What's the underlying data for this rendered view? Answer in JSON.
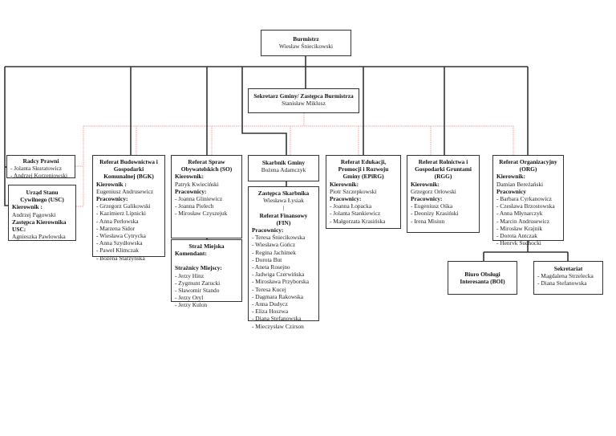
{
  "chart_title": "",
  "colors": {
    "box_border": "#333333",
    "black_line": "#333333",
    "red_dotted_line": "#f0a0a0"
  },
  "burmistrz": {
    "title": "Burmistrz",
    "name": "Wiesław Śniecikowski"
  },
  "sekretarz": {
    "title": "Sekretarz Gminy/ Zastępca Burmistrza",
    "name": "Stanisław Miklusz"
  },
  "radcy": {
    "title": "Radcy Prawni",
    "members": [
      "- Jolanta Skuratowicz",
      "- Andrzej Korzeniowski"
    ]
  },
  "usc": {
    "title_lines": [
      "Urząd Stanu",
      "Cywilnego (USC)"
    ],
    "head_label": "Kierownik :",
    "head_name": "Andrzej Pągowski",
    "deputy_label_lines": [
      "Zastępca Kierownika",
      "USC:"
    ],
    "deputy_name": "Agnieszka Pawłowska"
  },
  "bgk": {
    "title_lines": [
      "Referat Budownictwa i",
      "Gospodarki",
      "Komunalnej (BGK)"
    ],
    "head_label": "Kierownik :",
    "head_name": "Eugeniusz Andrusewicz",
    "staff_label": "Pracownicy:",
    "staff": [
      "- Grzegorz Galikowski",
      "- Kazimierz Lipnicki",
      "- Anna Perłowska",
      "- Marzena Sidor",
      "- Wiesława Cytrycka",
      "- Anna Szydłowska",
      "- Paweł Klimczak",
      "- Bożena Starzyńska"
    ]
  },
  "so": {
    "title_lines": [
      "Referat Spraw",
      "Obywatelskich (SO)"
    ],
    "head_label": "Kierownik:",
    "head_name": "Patryk Kwieciński",
    "staff_label": "Pracownicy:",
    "staff": [
      "- Joanna Gliniewicz",
      "- Joanna Pielech",
      "- Mirosław Czyszejuk"
    ]
  },
  "straz": {
    "title": "Straż Miejska",
    "head_label": "Komendant:",
    "staff_label": "Strażnicy Miejscy:",
    "staff": [
      "- Jerzy Hinz",
      "- Zygmunt Zarucki",
      "- Sławomir Stando",
      "- Jerzy Oryl",
      "- Jerzy Kulon"
    ]
  },
  "skarbnik": {
    "title": "Skarbnik Gminy",
    "name": "Bożena Adamczyk"
  },
  "fin": {
    "deputy_title": "Zastępca Skarbnika",
    "deputy_name": "Wiesława Łysiak",
    "separator": "|",
    "title_lines": [
      "Referat Finansowy",
      "(FIN)"
    ],
    "staff_label": "Pracownicy:",
    "staff": [
      "- Teresa Śniecikowska",
      "- Wiesława Gończ",
      "- Regina Jachimek",
      "- Dorota But",
      "- Aneta Rosejno",
      "- Jadwiga Czerwińska",
      "- Mirosława Przyborska",
      "- Teresa Kucej",
      "- Dagmara Rakowska",
      "- Anna Dudycz",
      "-  Eliza Hoszwa",
      "- Diana  Stefanowska",
      "- Mieczysław Czirson"
    ]
  },
  "epirg": {
    "title_lines": [
      "Referat Edukacji,",
      "Promocji i Rozwoju",
      "Gminy (EPiRG)"
    ],
    "head_label": "Kierownik:",
    "head_name": "Piotr Szczepkowski",
    "staff_label": "Pracownicy:",
    "staff": [
      "- Joanna Łopacka",
      "- Jolanta Stankiewicz",
      "- Małgorzata Krasińska"
    ]
  },
  "rgg": {
    "title_lines": [
      "Referat Rolnictwa i",
      "Gospodarki Gruntami",
      "(RGG)"
    ],
    "head_label": "Kierownik:",
    "head_name": "Grzegorz Orłowski",
    "staff_label": "Pracownicy:",
    "staff": [
      "- Eugeniusz Ośka",
      "- Deonizy Krasiński",
      "- Irena Misiun"
    ]
  },
  "org": {
    "title_lines": [
      "Referat Organizacyjny",
      "(ORG)"
    ],
    "head_label": "Kierownik:",
    "head_name": "Damian Bereźański",
    "staff_label": "Pracownicy",
    "staff": [
      "- Barbara Cyrkanowicz",
      "- Czesława Brzostowska",
      "- Anna Młynarczyk",
      "- Marcin Andrusewicz",
      "- Mirosław Krajnik",
      "- Dorota Antczak",
      "- Henrvk Suchocki"
    ]
  },
  "boi": {
    "title_lines": [
      "Biuro Obsługi",
      "Interesanta (BOI)"
    ]
  },
  "sekretariat": {
    "title": "Sekretariat",
    "members": [
      "- Magdalena Strzelecka",
      "- Diana Stefanowska"
    ]
  }
}
